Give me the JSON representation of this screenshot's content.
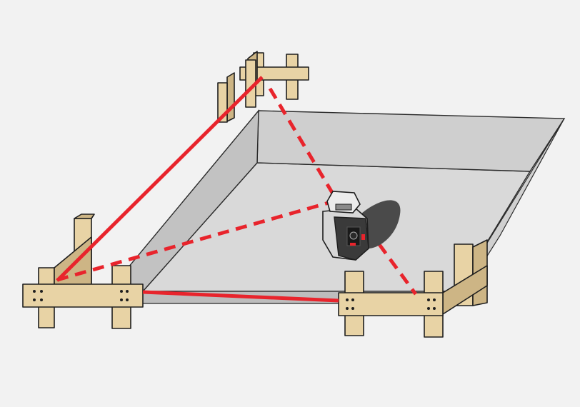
{
  "colors": {
    "background": "#f2f2f2",
    "pit_floor": "#d9d9d9",
    "pit_wall": "#c8c8c8",
    "wood": "#e8d3a5",
    "laser": "#e8242c",
    "instrument_body": "#3a3a3a"
  },
  "elements": {
    "pit": "excavation-pit",
    "batter_boards": [
      "batter-board-back",
      "batter-board-front-left",
      "batter-board-front-right"
    ],
    "instrument": "rotary-laser-level-icon",
    "beams_solid": 2,
    "beams_dashed": 3
  }
}
